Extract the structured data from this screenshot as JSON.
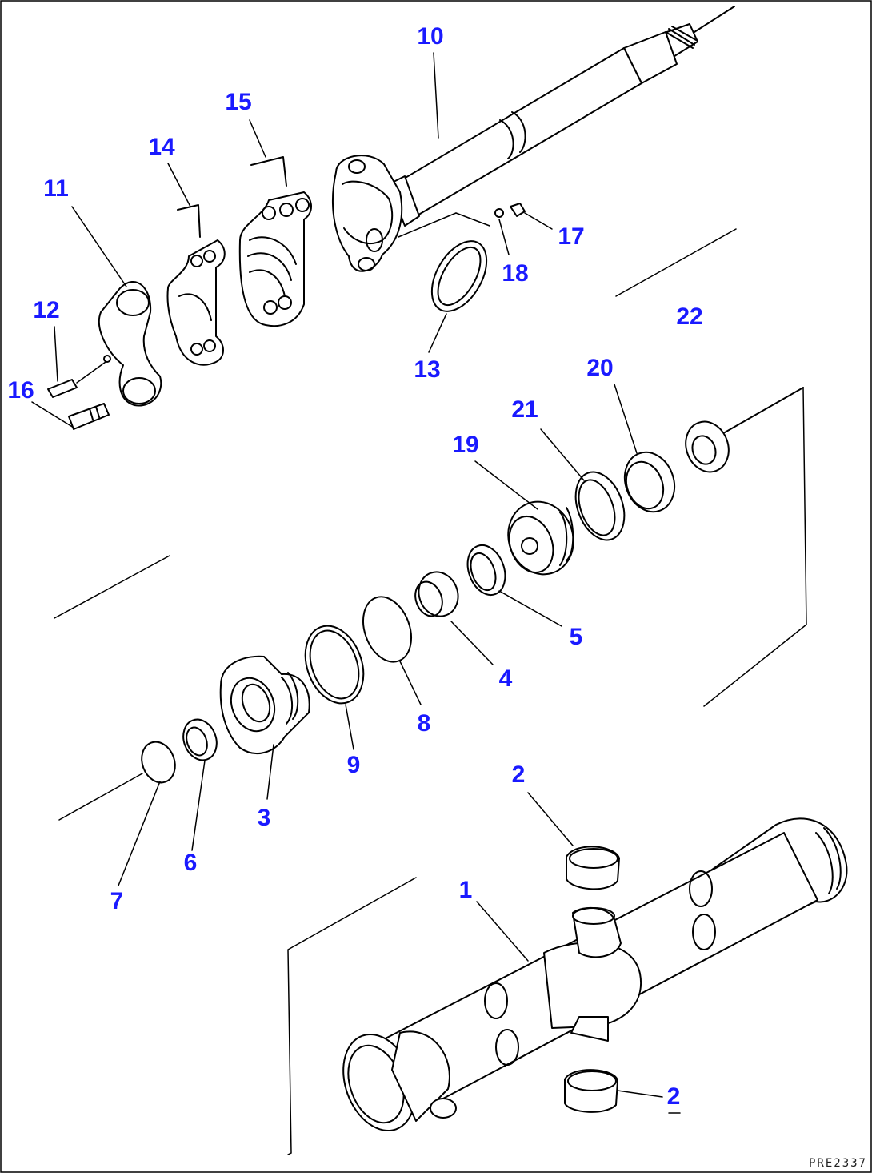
{
  "callouts": [
    {
      "id": "1",
      "label": "1"
    },
    {
      "id": "2a",
      "label": "2"
    },
    {
      "id": "2b",
      "label": "2"
    },
    {
      "id": "3",
      "label": "3"
    },
    {
      "id": "4",
      "label": "4"
    },
    {
      "id": "5",
      "label": "5"
    },
    {
      "id": "6",
      "label": "6"
    },
    {
      "id": "7",
      "label": "7"
    },
    {
      "id": "8",
      "label": "8"
    },
    {
      "id": "9",
      "label": "9"
    },
    {
      "id": "10",
      "label": "10"
    },
    {
      "id": "11",
      "label": "11"
    },
    {
      "id": "12",
      "label": "12"
    },
    {
      "id": "13",
      "label": "13"
    },
    {
      "id": "14",
      "label": "14"
    },
    {
      "id": "15",
      "label": "15"
    },
    {
      "id": "16",
      "label": "16"
    },
    {
      "id": "17",
      "label": "17"
    },
    {
      "id": "18",
      "label": "18"
    },
    {
      "id": "19",
      "label": "19"
    },
    {
      "id": "20",
      "label": "20"
    },
    {
      "id": "21",
      "label": "21"
    },
    {
      "id": "22",
      "label": "22"
    }
  ],
  "drawing_code": "PRE2337",
  "colors": {
    "callout": "#1a1aff",
    "line": "#000000",
    "background": "#ffffff"
  }
}
